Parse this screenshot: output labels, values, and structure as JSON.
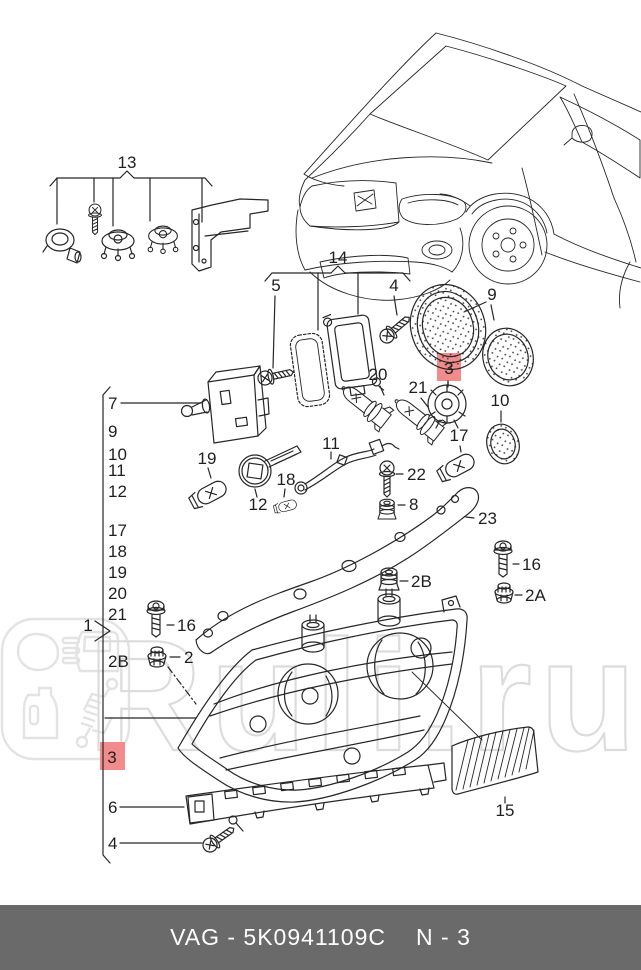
{
  "title": "Headlight parts exploded diagram",
  "labels": {
    "1": "1",
    "2": "2",
    "2A": "2A",
    "2B": "2B",
    "3": "3",
    "4": "4",
    "5": "5",
    "6": "6",
    "7": "7",
    "8": "8",
    "9": "9",
    "10": "10",
    "11": "11",
    "12": "12",
    "13": "13",
    "14": "14",
    "15": "15",
    "16": "16",
    "17": "17",
    "18": "18",
    "19": "19",
    "20": "20",
    "21": "21",
    "22": "22",
    "23": "23"
  },
  "highlighted_parts": [
    "3"
  ],
  "watermark": {
    "text": "Ruli.ru"
  },
  "footer": {
    "part_code": "VAG - 5K0941109C",
    "page": "N - 3"
  },
  "colors": {
    "line": "#262626",
    "highlight_bg": "#f28b8b",
    "highlight_text": "#c23434",
    "watermark": "#dcdcdc",
    "footer_bg": "#6a6a6a",
    "footer_text": "#ffffff"
  }
}
